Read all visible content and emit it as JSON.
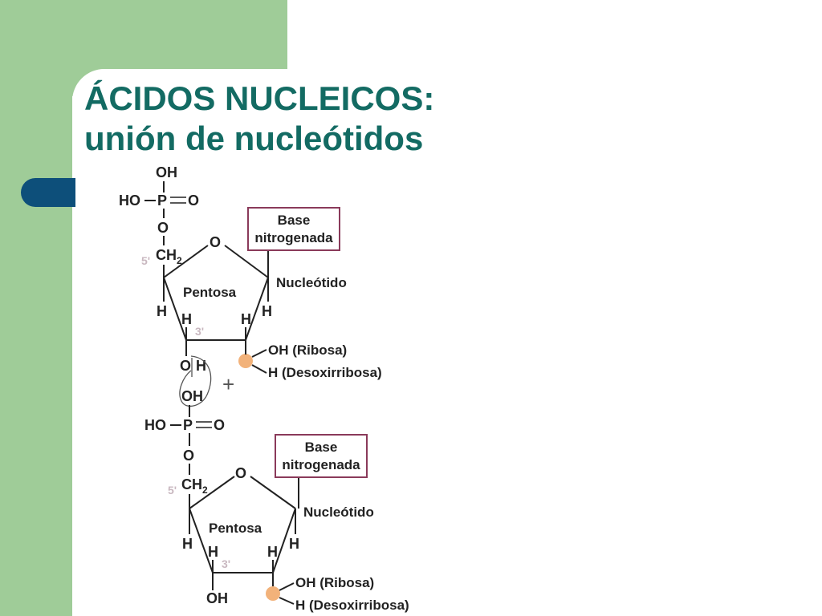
{
  "slide": {
    "title_line1": "ÁCIDOS NUCLEICOS:",
    "title_line2": "unión de nucleótidos",
    "colors": {
      "side_band": "#9fcc98",
      "accent": "#0d4f7a",
      "title": "#136b63"
    }
  },
  "diagram": {
    "plus": "+",
    "nucleotide_1": {
      "phosphate": {
        "oh_top": "OH",
        "ho_left": "HO",
        "p": "P",
        "o_right": "O",
        "o_link": "O"
      },
      "ch2": "CH",
      "ch2_sub": "2",
      "carbon5": "5'",
      "carbon3": "3'",
      "ring_o": "O",
      "sugar_label": "Pentosa",
      "base_line1": "Base",
      "base_line2": "nitrogenada",
      "nucleotide_label": "Nucleótido",
      "h_c4": "H",
      "h_c3": "H",
      "h_c2": "H",
      "h_c1": "H",
      "c3_o": "O",
      "c3_h": "H",
      "c2_oh": "OH (Ribosa)",
      "c2_h": "H (Desoxirribosa)"
    },
    "nucleotide_2": {
      "phosphate": {
        "oh_top": "OH",
        "ho_left": "HO",
        "p": "P",
        "o_right": "O",
        "o_link": "O"
      },
      "ch2": "CH",
      "ch2_sub": "2",
      "carbon5": "5'",
      "carbon3": "3'",
      "ring_o": "O",
      "sugar_label": "Pentosa",
      "base_line1": "Base",
      "base_line2": "nitrogenada",
      "nucleotide_label": "Nucleótido",
      "h_c4": "H",
      "h_c3": "H",
      "h_c2": "H",
      "h_c1": "H",
      "c3_oh": "OH",
      "c2_oh": "OH (Ribosa)",
      "c2_h": "H (Desoxirribosa)"
    }
  }
}
